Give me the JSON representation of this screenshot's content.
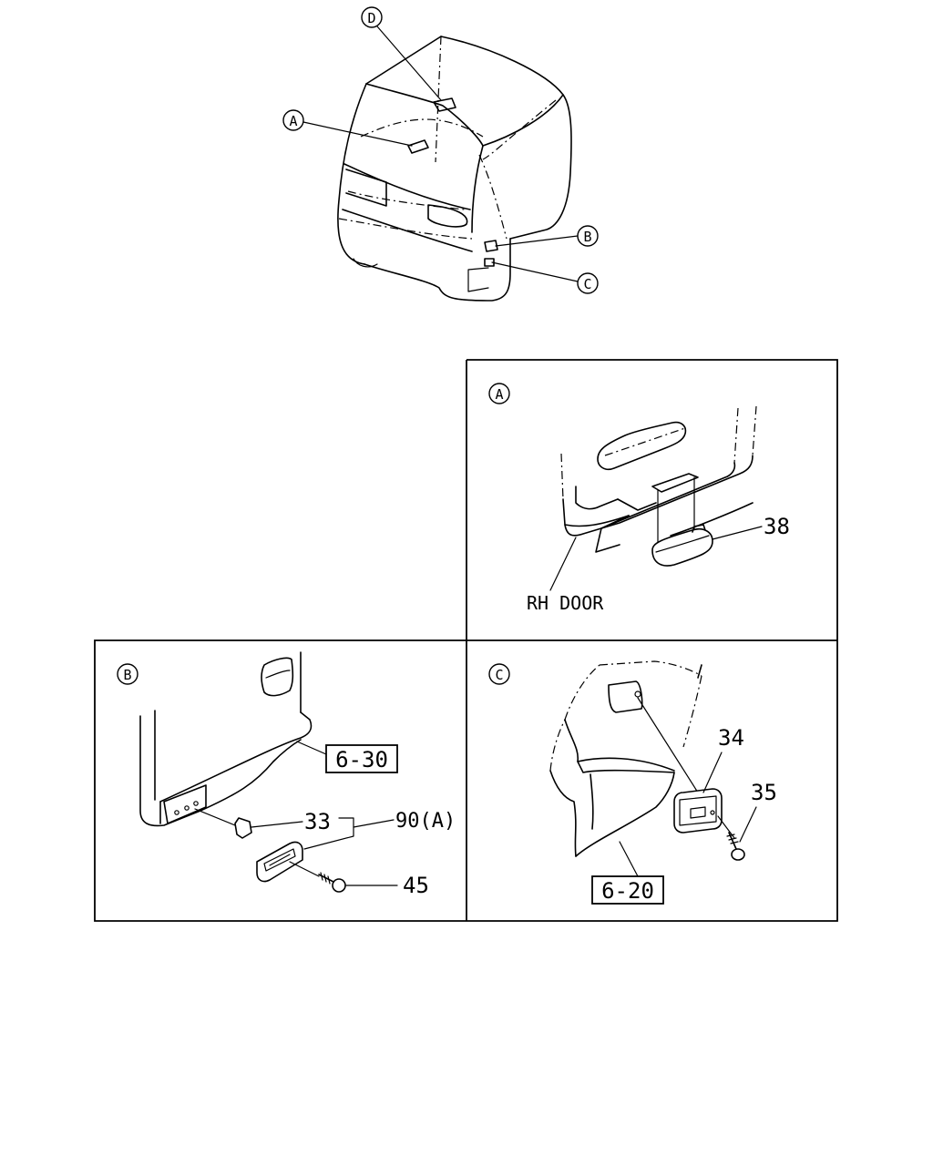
{
  "overview": {
    "callouts": [
      "D",
      "A",
      "B",
      "C"
    ]
  },
  "panels": {
    "A": {
      "letter": "A",
      "parts": [
        {
          "number": "38"
        }
      ],
      "door_label": "RH  DOOR"
    },
    "B": {
      "letter": "B",
      "ref_box": "6-30",
      "parts": [
        {
          "number": "33"
        },
        {
          "number": "90(A)"
        },
        {
          "number": "45"
        }
      ]
    },
    "C": {
      "letter": "C",
      "ref_box": "6-20",
      "parts": [
        {
          "number": "34"
        },
        {
          "number": "35"
        }
      ]
    }
  }
}
